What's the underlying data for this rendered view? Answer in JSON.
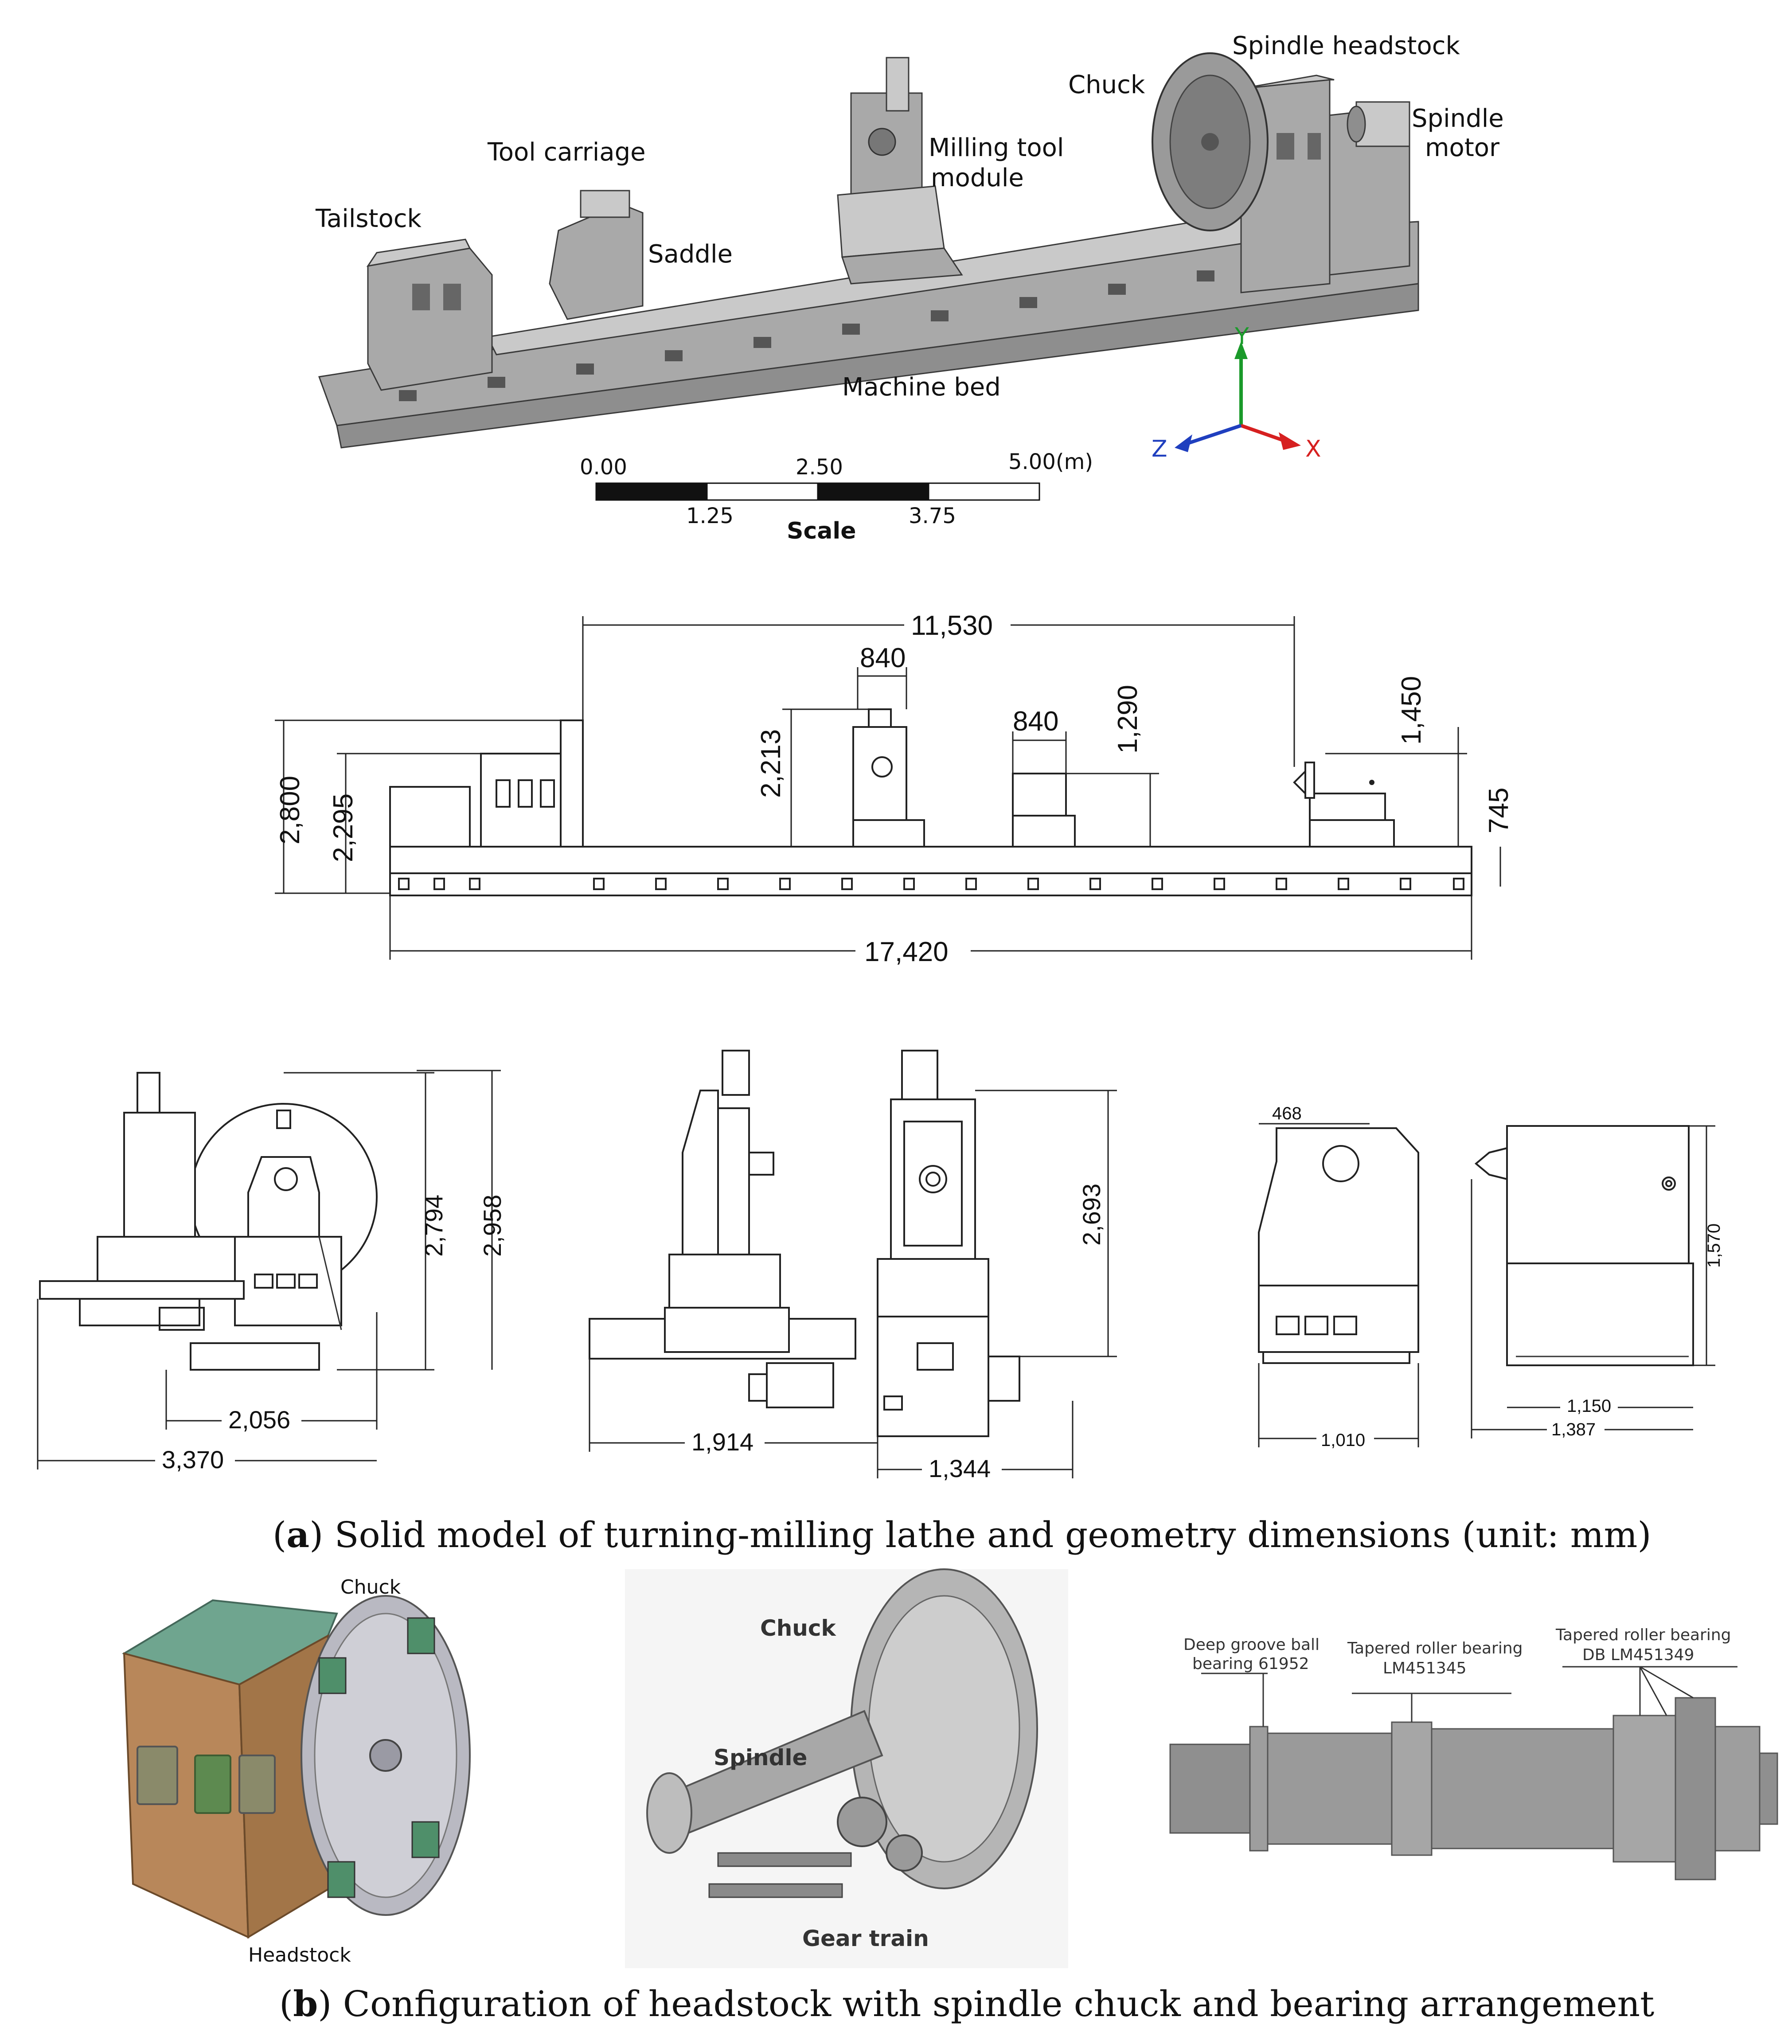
{
  "part_a": {
    "labels": {
      "spindle_headstock": "Spindle headstock",
      "chuck": "Chuck",
      "spindle_motor_1": "Spindle",
      "spindle_motor_2": "motor",
      "tool_carriage": "Tool carriage",
      "milling_tool_1": "Milling  tool",
      "milling_tool_2": "module",
      "tailstock": "Tailstock",
      "saddle": "Saddle",
      "machine_bed": "Machine bed"
    },
    "axes": {
      "y": "Y",
      "z": "Z",
      "x": "X"
    },
    "scale": {
      "title": "Scale",
      "top_ticks": [
        "0.00",
        "2.50",
        "5.00(m)"
      ],
      "bottom_ticks": [
        "1.25",
        "3.75"
      ]
    },
    "side_view_dims": {
      "d11530": "11,530",
      "d840a": "840",
      "d840b": "840",
      "d1290": "1,290",
      "d1450": "1,450",
      "d2800": "2,800",
      "d2295": "2,295",
      "d2213": "2,213",
      "d745": "745",
      "d17420": "17,420"
    },
    "end_view_dims": {
      "d2794": "2,794",
      "d2958": "2,958",
      "d2056": "2,056",
      "d3370": "3,370",
      "d2693": "2,693",
      "d1914": "1,914",
      "d1344": "1,344",
      "d468": "468",
      "d1570": "1,570",
      "d1150": "1,150",
      "d1010": "1,010",
      "d1387": "1,387"
    },
    "caption_letter": "a",
    "caption_text": ") Solid model of turning-milling lathe and geometry dimensions (unit: mm)"
  },
  "part_b": {
    "labels": {
      "chuck_1": "Chuck",
      "headstock": "Headstock",
      "chuck_2": "Chuck",
      "spindle": "Spindle",
      "gear_train": "Gear train",
      "bearing1_l1": "Deep groove ball",
      "bearing1_l2": "bearing 61952",
      "bearing2_l1": "Tapered roller bearing",
      "bearing2_l2": "LM451345",
      "bearing3_l1": "Tapered roller bearing",
      "bearing3_l2": "DB LM451349"
    },
    "caption_letter": "b",
    "caption_text": ") Configuration of headstock with spindle chuck and bearing arrangement"
  },
  "colors": {
    "axis_x": "#d62020",
    "axis_y": "#1a9a2a",
    "axis_z": "#1f3fbf",
    "headstock_body": "#b8875a",
    "headstock_top": "#6fa58f",
    "jaw": "#4f8f6a"
  }
}
